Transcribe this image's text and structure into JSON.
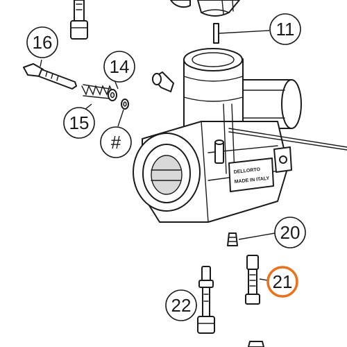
{
  "callouts": [
    {
      "id": "16",
      "label": "16",
      "highlighted": false
    },
    {
      "id": "14",
      "label": "14",
      "highlighted": false
    },
    {
      "id": "15",
      "label": "15",
      "highlighted": false
    },
    {
      "id": "hash",
      "label": "#",
      "highlighted": false
    },
    {
      "id": "11",
      "label": "11",
      "highlighted": false
    },
    {
      "id": "20",
      "label": "20",
      "highlighted": false
    },
    {
      "id": "21",
      "label": "21",
      "highlighted": true
    },
    {
      "id": "22",
      "label": "22",
      "highlighted": false
    }
  ],
  "nameplate": {
    "line1": "DELLORTO",
    "line2": "MADE IN ITALY"
  },
  "colors": {
    "line": "#1a1a1a",
    "highlight": "#e8731a",
    "background": "#ffffff"
  }
}
